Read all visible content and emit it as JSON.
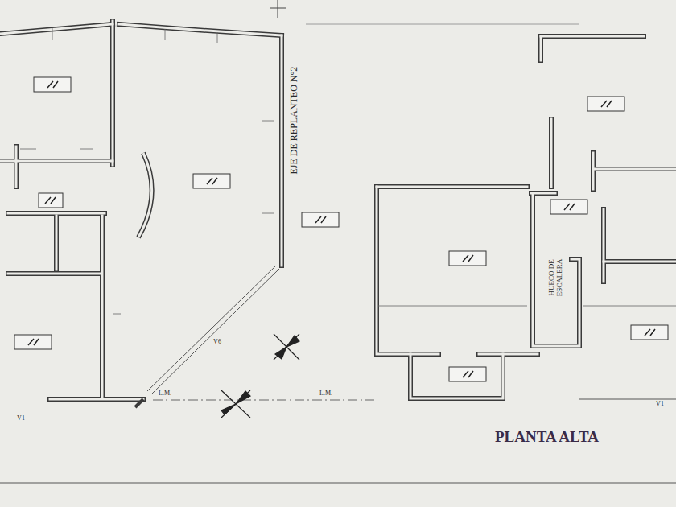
{
  "diagram": {
    "title": "PLANTA ALTA",
    "labels": [
      "EJE DE REPLANTEO N°2",
      "HUECO DE ESCALERA",
      "L.M.",
      "L.M.",
      "V6",
      "V1",
      "V1"
    ]
  }
}
